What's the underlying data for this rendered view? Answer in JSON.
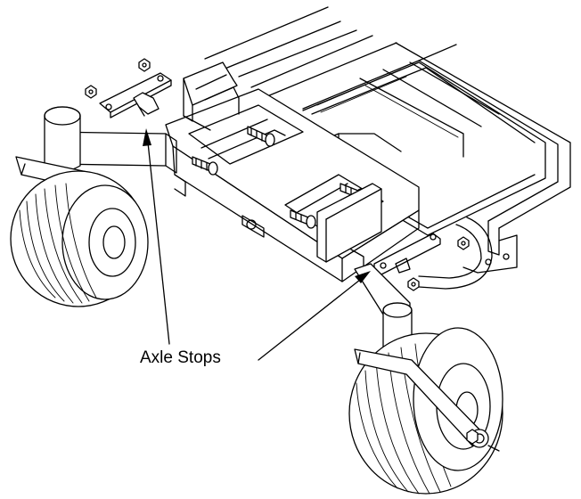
{
  "diagram": {
    "callout_label": "Axle Stops",
    "line_color": "#000000",
    "background": "#ffffff",
    "parts": [
      "axle-stop-bracket-left",
      "axle-stop-bracket-right",
      "front-axle",
      "caster-wheel-left",
      "caster-wheel-right",
      "frame-rails",
      "deck-plate",
      "bolts",
      "nuts"
    ]
  }
}
